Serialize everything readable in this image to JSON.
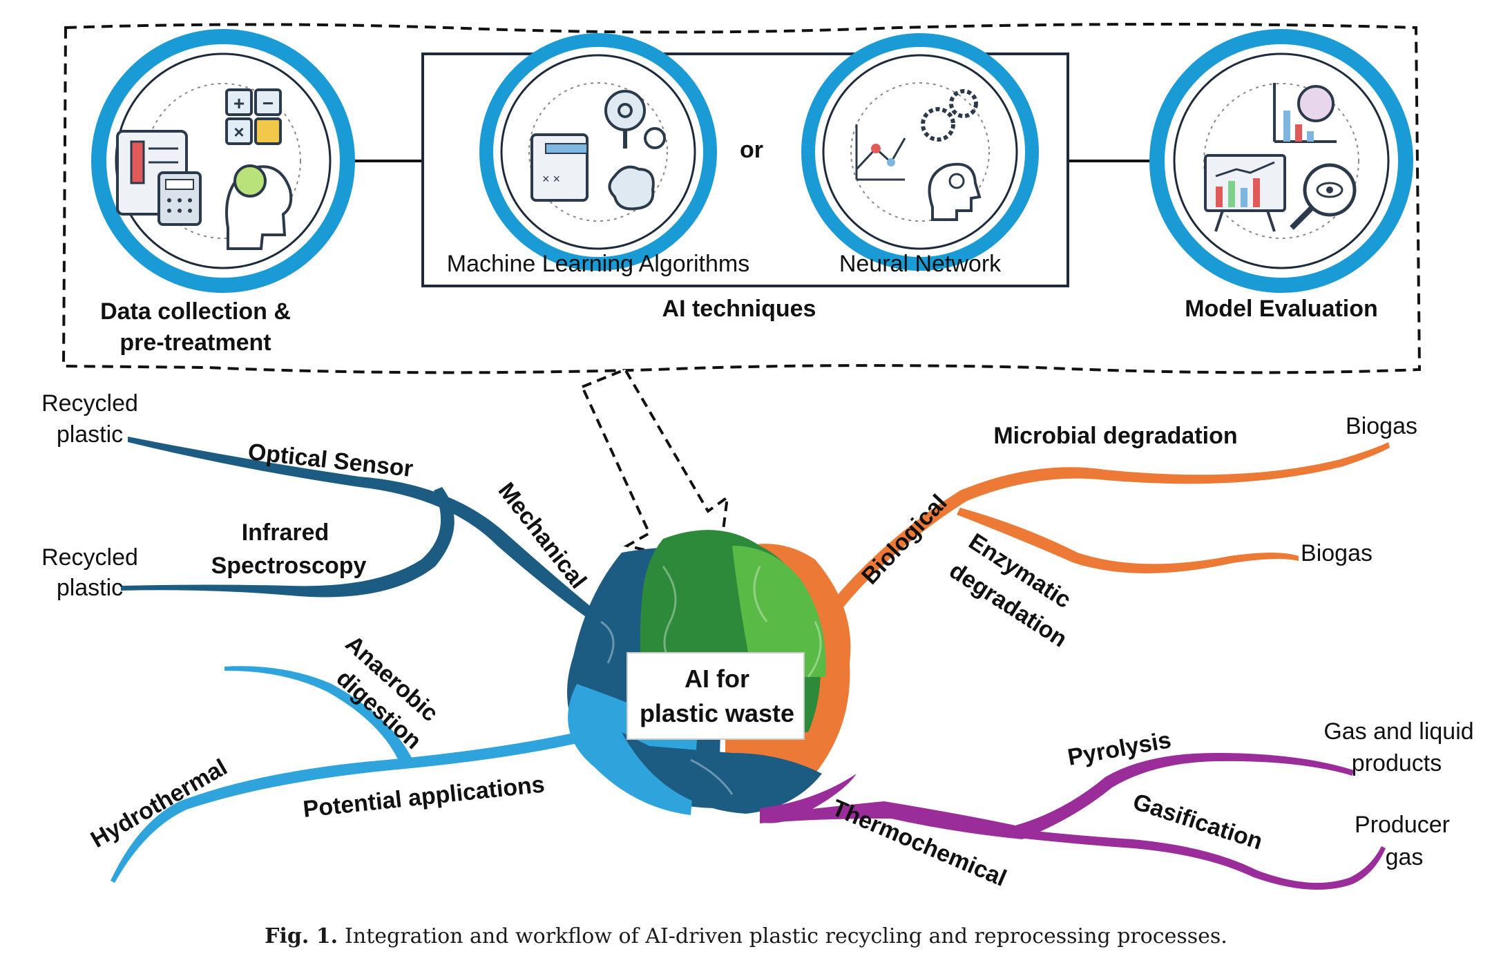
{
  "workflow": {
    "step1": {
      "label_line1": "Data collection &",
      "label_line2": "pre-treatment",
      "icon": "data-collection-icon"
    },
    "ai": {
      "title": "AI techniques",
      "ml_label": "Machine Learning Algorithms",
      "or_text": "or",
      "nn_label": "Neural Network",
      "ml_icon": "machine-learning-icon",
      "nn_icon": "neural-network-icon"
    },
    "step3": {
      "label": "Model Evaluation",
      "icon": "model-evaluation-icon"
    }
  },
  "center": {
    "line1": "AI for",
    "line2": "plastic waste"
  },
  "branches": {
    "mechanical": {
      "label": "Mechanical",
      "optical": "Optical Sensor",
      "infrared_line1": "Infrared",
      "infrared_line2": "Spectroscopy",
      "out1_line1": "Recycled",
      "out1_line2": "plastic",
      "out2_line1": "Recycled",
      "out2_line2": "plastic",
      "color": "#1d5c82"
    },
    "potential": {
      "label": "Potential applications",
      "anaerobic_line1": "Anaerobic",
      "anaerobic_line2": "digestion",
      "hydrothermal": "Hydrothermal",
      "color": "#2ea3dc"
    },
    "biological": {
      "label": "Biological",
      "microbial": "Microbial degradation",
      "enzymatic_line1": "Enzymatic",
      "enzymatic_line2": "degradation",
      "out1": "Biogas",
      "out2": "Biogas",
      "color": "#ec7a36"
    },
    "thermochemical": {
      "label": "Thermochemical",
      "pyrolysis": "Pyrolysis",
      "gasification": "Gasification",
      "out1_line1": "Gas and liquid",
      "out1_line2": "products",
      "out2_line1": "Producer",
      "out2_line2": "gas",
      "color": "#9b2d9b"
    }
  },
  "caption": {
    "fig": "Fig. 1.",
    "text": "Integration and workflow of AI-driven plastic recycling and reprocessing processes."
  }
}
